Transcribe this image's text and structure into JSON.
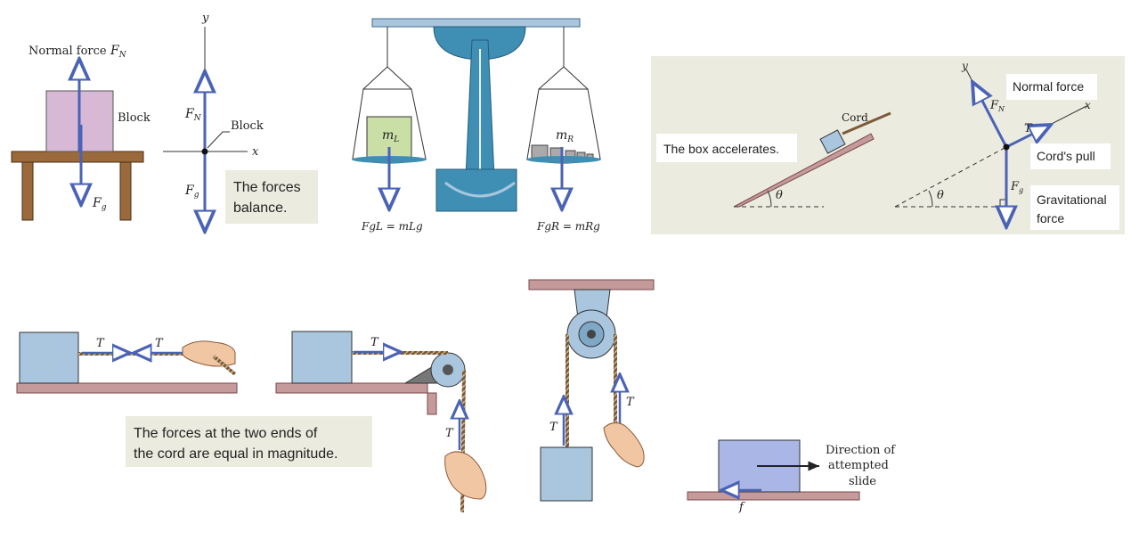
{
  "colors": {
    "force_blue": "#4a63b6",
    "block_pink": "#d7b9d6",
    "block_blue": "#a9c6de",
    "table_brown": "#9a6a3c",
    "floor_pink": "#c49a9a",
    "callout_bg": "#ecebdf",
    "metal_teal": "#3f8fb4",
    "pan_green": "#c9dfa6",
    "slide_block": "#a9b6e6"
  },
  "panel_block": {
    "normal_force_label": "Normal force",
    "normal_force_sym": "F",
    "normal_force_sub": "N",
    "block_label": "Block",
    "gravity_sym": "F",
    "gravity_sub": "g",
    "fbd_axis_y": "y",
    "fbd_axis_x": "x",
    "fbd_block_label": "Block",
    "fbd_fn_sym": "F",
    "fbd_fn_sub": "N",
    "fbd_fg_sym": "F",
    "fbd_fg_sub": "g",
    "callout_line1": "The forces",
    "callout_line2": "balance."
  },
  "panel_balance": {
    "left_mass": "m",
    "left_mass_sub": "L",
    "right_mass": "m",
    "right_mass_sub": "R",
    "left_eq": "FgL = mLg",
    "right_eq": "FgR = mRg"
  },
  "panel_incline": {
    "callout": "The box accelerates.",
    "cord_label": "Cord",
    "theta": "θ",
    "normal_force": "Normal force",
    "cords_pull": "Cord's pull",
    "gravitational_line1": "Gravitational",
    "gravitational_line2": "force",
    "axis_x": "x",
    "axis_y": "y",
    "fn_sym": "F",
    "fn_sub": "N",
    "t_sym": "T",
    "fg_sym": "F",
    "fg_sub": "g",
    "theta2": "θ"
  },
  "panel_tension": {
    "t1": "T",
    "t2": "T",
    "t3": "T",
    "t4": "T",
    "t5": "T",
    "t6": "T",
    "callout_line1": "The forces at the two ends of",
    "callout_line2": "the cord are equal in magnitude."
  },
  "panel_friction": {
    "direction_line1": "Direction of",
    "direction_line2": "attempted",
    "direction_line3": "slide",
    "f_sym": "f"
  }
}
